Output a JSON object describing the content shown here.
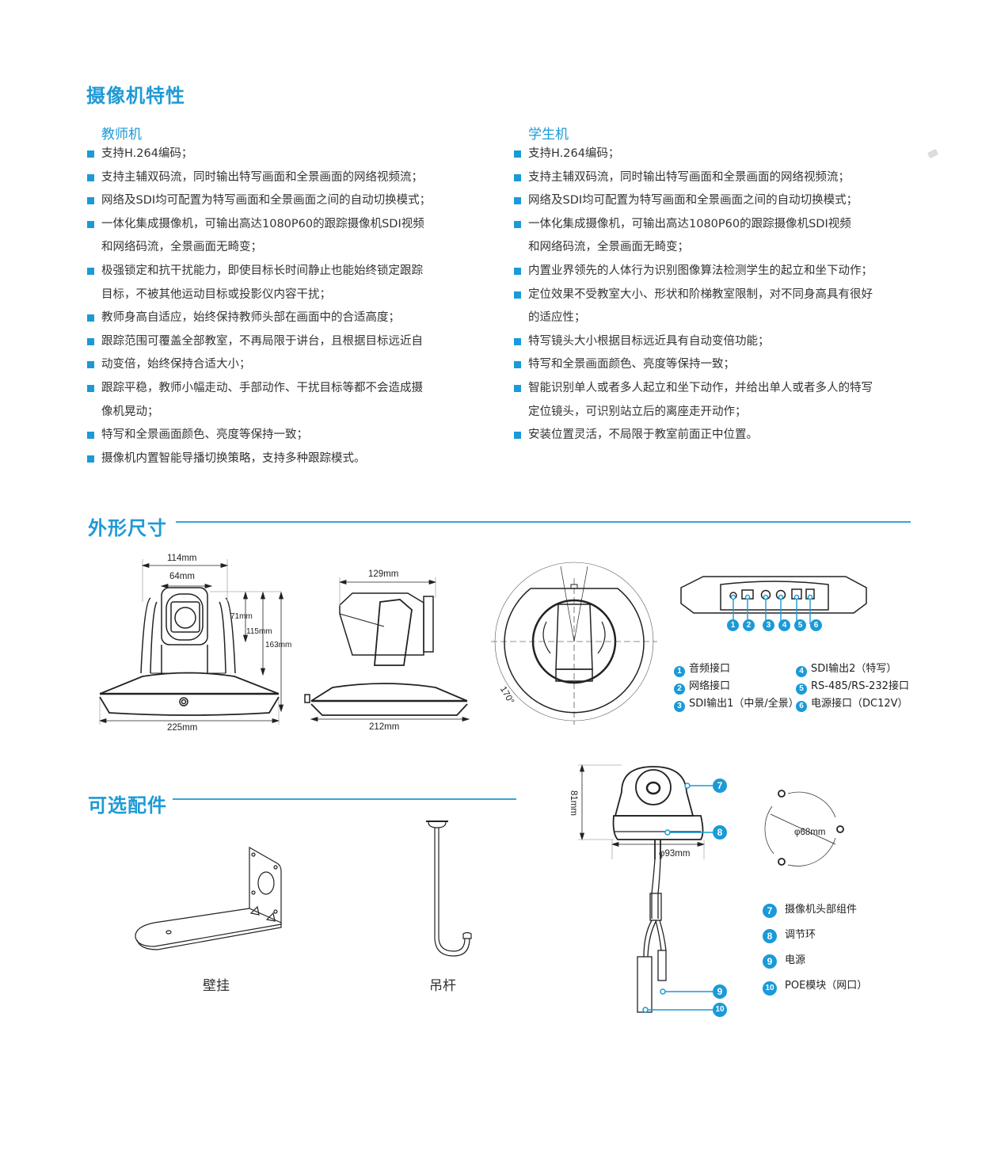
{
  "features": {
    "title": "摄像机特性",
    "teacher": {
      "title": "教师机",
      "items": [
        {
          "lines": [
            "支持H.264编码；"
          ]
        },
        {
          "lines": [
            "支持主辅双码流，同时输出特写画面和全景画面的网络视频流；"
          ]
        },
        {
          "lines": [
            "网络及SDI均可配置为特写画面和全景画面之间的自动切换模式；"
          ]
        },
        {
          "lines": [
            "一体化集成摄像机，可输出高达1080P60的跟踪摄像机SDI视频",
            "和网络码流，全景画面无畸变；"
          ]
        },
        {
          "lines": [
            "极强锁定和抗干扰能力，即使目标长时间静止也能始终锁定跟踪",
            "目标，不被其他运动目标或投影仪内容干扰；"
          ]
        },
        {
          "lines": [
            "教师身高自适应，始终保持教师头部在画面中的合适高度；"
          ]
        },
        {
          "lines": [
            "跟踪范围可覆盖全部教室，不再局限于讲台，且根据目标远近自"
          ]
        },
        {
          "lines": [
            "动变倍，始终保持合适大小；"
          ]
        },
        {
          "lines": [
            "跟踪平稳，教师小幅走动、手部动作、干扰目标等都不会造成摄",
            "像机晃动；"
          ]
        },
        {
          "lines": [
            "特写和全景画面颜色、亮度等保持一致；"
          ]
        },
        {
          "lines": [
            "摄像机内置智能导播切换策略，支持多种跟踪模式。"
          ]
        }
      ]
    },
    "student": {
      "title": "学生机",
      "items": [
        {
          "lines": [
            "支持H.264编码；"
          ]
        },
        {
          "lines": [
            "支持主辅双码流，同时输出特写画面和全景画面的网络视频流；"
          ]
        },
        {
          "lines": [
            "网络及SDI均可配置为特写画面和全景画面之间的自动切换模式；"
          ]
        },
        {
          "lines": [
            "一体化集成摄像机，可输出高达1080P60的跟踪摄像机SDI视频",
            "和网络码流，全景画面无畸变；"
          ]
        },
        {
          "lines": [
            "内置业界领先的人体行为识别图像算法检测学生的起立和坐下动作；"
          ]
        },
        {
          "lines": [
            "定位效果不受教室大小、形状和阶梯教室限制，对不同身高具有很好",
            "的适应性；"
          ]
        },
        {
          "lines": [
            "特写镜头大小根据目标远近具有自动变倍功能；"
          ]
        },
        {
          "lines": [
            "特写和全景画面颜色、亮度等保持一致；"
          ]
        },
        {
          "lines": [
            "智能识别单人或者多人起立和坐下动作，并给出单人或者多人的特写",
            "定位镜头，可识别站立后的离座走开动作；"
          ]
        },
        {
          "lines": [
            "安装位置灵活，不局限于教室前面正中位置。"
          ]
        }
      ]
    }
  },
  "dimensions": {
    "title": "外形尺寸",
    "front": {
      "width_top": "114mm",
      "lens_width": "64mm",
      "h1": "71mm",
      "h2": "115mm",
      "h3": "163mm",
      "base_width": "225mm"
    },
    "side": {
      "head_depth": "129mm",
      "base_depth": "212mm"
    },
    "top": {
      "angle": "170°"
    },
    "rear_ports": {
      "numbers": [
        "1",
        "2",
        "3",
        "4",
        "5",
        "6"
      ],
      "legend": [
        {
          "num": "1",
          "label": "音频接口"
        },
        {
          "num": "2",
          "label": "网络接口"
        },
        {
          "num": "3",
          "label": "SDI输出1（中景/全景）"
        },
        {
          "num": "4",
          "label": "SDI输出2（特写）"
        },
        {
          "num": "5",
          "label": "RS-485/RS-232接口"
        },
        {
          "num": "6",
          "label": "电源接口（DC12V）"
        }
      ]
    },
    "dome": {
      "height": "81mm",
      "diameter": "φ93mm",
      "mount_diameter": "φ68mm",
      "callouts": [
        "7",
        "8",
        "9",
        "10"
      ],
      "legend": [
        {
          "num": "7",
          "label": "摄像机头部组件"
        },
        {
          "num": "8",
          "label": "调节环"
        },
        {
          "num": "9",
          "label": "电源"
        },
        {
          "num": "10",
          "label": "POE模块（网口）"
        }
      ]
    }
  },
  "accessories": {
    "title": "可选配件",
    "items": [
      {
        "label": "壁挂"
      },
      {
        "label": "吊杆"
      }
    ]
  },
  "colors": {
    "accent": "#1a9ad8",
    "rule": "#3aa3da",
    "text": "#333333"
  }
}
